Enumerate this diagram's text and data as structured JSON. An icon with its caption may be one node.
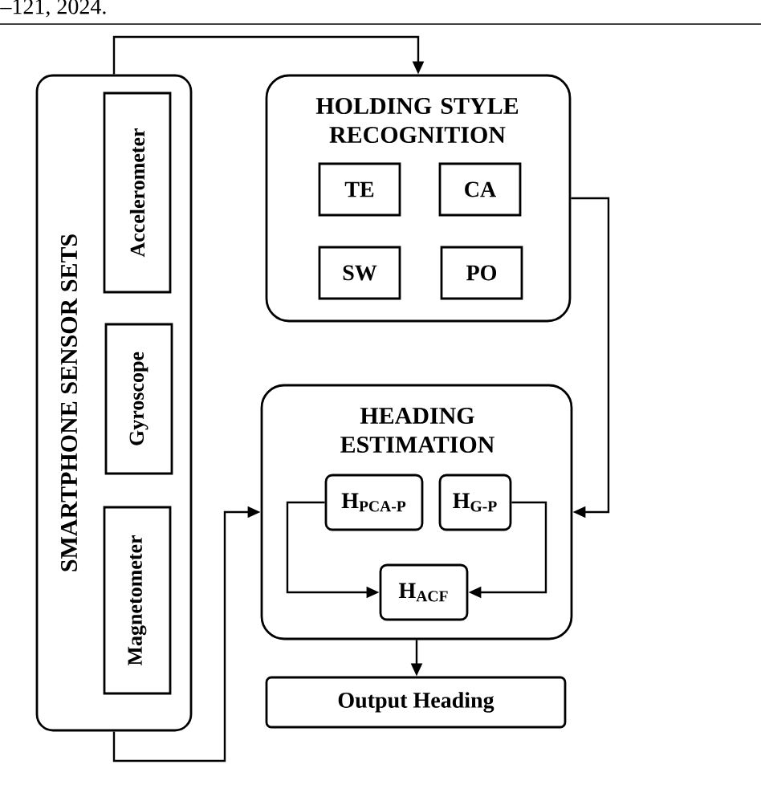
{
  "diagram": {
    "nodes": [
      {
        "text": [
          "SMARTPHONE SENSOR SETS"
        ]
      },
      {
        "text": [
          "Accelerometer"
        ],
        "in": 0
      },
      {
        "text": [
          "Gyroscope"
        ],
        "in": 0
      },
      {
        "text": [
          "Magnetometer"
        ],
        "in": 0
      },
      {
        "text": [
          "HOLDING STYLE RECOGNITION"
        ]
      },
      {
        "text": [
          "TE"
        ],
        "in": 4
      },
      {
        "text": [
          "CA"
        ],
        "in": 4
      },
      {
        "text": [
          "SW"
        ],
        "in": 4
      },
      {
        "text": [
          "PO"
        ],
        "in": 4
      },
      {
        "text": [
          "HEADING ESTIMATION"
        ]
      },
      {
        "text": [
          "H$_{PCA-P}$"
        ],
        "in": 9
      },
      {
        "text": [
          "H$_{G-P}$"
        ],
        "in": 9
      },
      {
        "text": [
          "H$_{ACF}$"
        ],
        "in": 9
      },
      {
        "text": [
          "Output Heading"
        ]
      }
    ],
    "edges": [
      {
        "from": 0,
        "to": 4,
        "arrow": "to"
      },
      {
        "from": 4,
        "to": 9,
        "arrow": "to"
      },
      {
        "from": 0,
        "to": 9,
        "arrow": "to"
      },
      {
        "from": 10,
        "to": 12,
        "arrow": "to"
      },
      {
        "from": 11,
        "to": 12,
        "arrow": "to"
      },
      {
        "from": 9,
        "to": 13,
        "arrow": "to"
      }
    ],
    "labels": [
      "–121, 2024."
    ]
  }
}
